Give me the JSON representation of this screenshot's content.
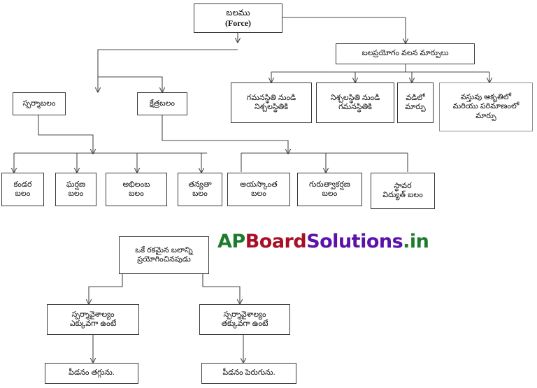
{
  "diagram": {
    "title_node": {
      "line1": "బలము",
      "line2": "(Force)"
    },
    "branch_effects": {
      "line1": "బలప్రయోగం వలన మార్పులు"
    },
    "contact_force": {
      "line1": "స్పర్శాబలం"
    },
    "field_force": {
      "line1": "క్షేత్రబలం"
    },
    "effect_motion_to_rest": {
      "line1": "గమనస్థితి నుండి",
      "line2": "నిశ్చలస్థితికి"
    },
    "effect_rest_to_motion": {
      "line1": "నిశ్చలస్థితి నుండి",
      "line2": "గమనస్థితికి"
    },
    "effect_speed_change": {
      "line1": "వడిలో",
      "line2": "మార్పు"
    },
    "effect_shape_size_change": {
      "line1": "వస్తువు ఆకృతిలో",
      "line2": "మరియు పరిమాణంలో",
      "line3": "మార్పు"
    },
    "muscular_force": {
      "line1": "కండర",
      "line2": "బలం"
    },
    "friction_force": {
      "line1": "ఘర్షణ",
      "line2": "బలం"
    },
    "normal_force": {
      "line1": "అభిలంబ",
      "line2": "బలం"
    },
    "tension_force": {
      "line1": "తన్యతా",
      "line2": "బలం"
    },
    "magnetic_force": {
      "line1": "అయస్కాంత",
      "line2": "బలం"
    },
    "gravitational_force": {
      "line1": "గురుత్వాకర్షణ",
      "line2": "బలం"
    },
    "electrostatic_force": {
      "line1": "స్థావర",
      "line2": "విద్యుత్ బలం"
    },
    "same_force_applied": {
      "line1": "ఒకే రకమైన బలాన్ని",
      "line2": "ప్రయోగించినపుడు"
    },
    "area_more": {
      "line1": "స్పర్శావైశాల్యం",
      "line2": "ఎక్కువగా ఉంటే"
    },
    "area_less": {
      "line1": "స్పర్శావైశాల్యం",
      "line2": "తక్కువగా ఉంటే"
    },
    "pressure_decreases": {
      "line1": "పీడనం తగ్గును."
    },
    "pressure_increases": {
      "line1": "పీడనం పెరుగును."
    }
  },
  "watermark": {
    "part1": "AP",
    "part2": "Board",
    "part3": "Solutions",
    "part4": ".in",
    "color1": "#1d7a2e",
    "color2": "#a81028",
    "color3": "#5b12a8",
    "color4": "#1d7a2e"
  },
  "colors": {
    "box_border": "#3a3a3a",
    "box_border_grey": "#8d8d8d",
    "line": "#4a4a4a",
    "background": "#ffffff"
  }
}
